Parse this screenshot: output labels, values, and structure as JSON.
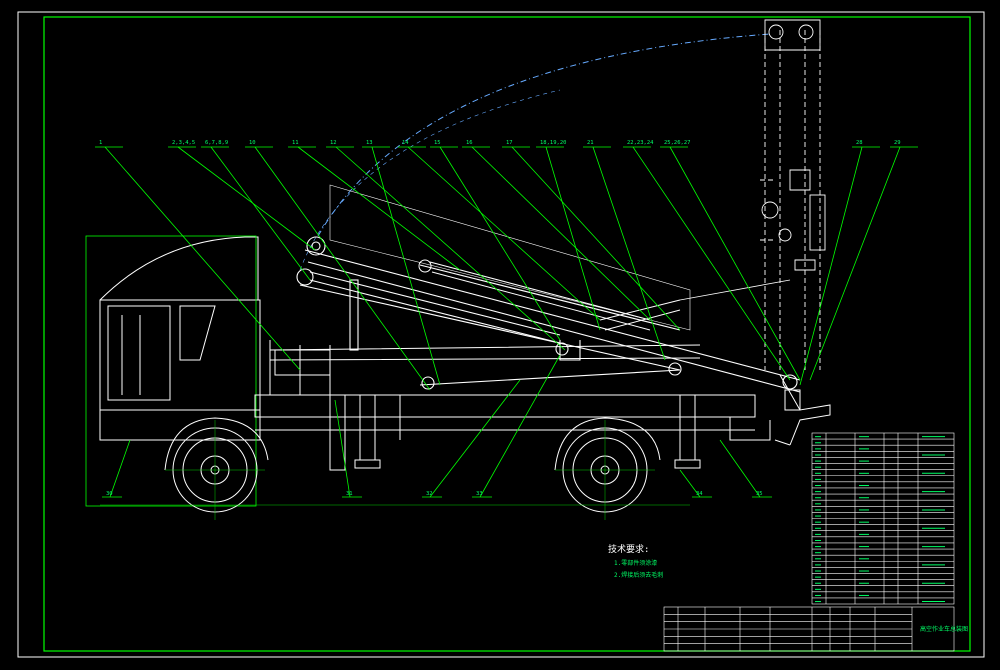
{
  "drawing": {
    "tech_requirements_title": "技术要求:",
    "tech_requirements": [
      "1.零部件须涂漆",
      "2.焊接后须去毛刺"
    ],
    "title_block_name": "高空作业车总装图"
  },
  "callouts": [
    {
      "label": "1"
    },
    {
      "label": "2,3,4,5"
    },
    {
      "label": "6,7,8,9"
    },
    {
      "label": "10"
    },
    {
      "label": "11"
    },
    {
      "label": "12"
    },
    {
      "label": "13"
    },
    {
      "label": "14"
    },
    {
      "label": "15"
    },
    {
      "label": "16"
    },
    {
      "label": "17"
    },
    {
      "label": "18,19,20"
    },
    {
      "label": "21"
    },
    {
      "label": "22,23,24"
    },
    {
      "label": "25,26,27"
    },
    {
      "label": "28"
    },
    {
      "label": "29"
    }
  ],
  "lower_callouts": [
    {
      "label": "30"
    },
    {
      "label": "31"
    },
    {
      "label": "32"
    },
    {
      "label": "33"
    },
    {
      "label": "34"
    },
    {
      "label": "35"
    }
  ],
  "colors": {
    "background": "#000000",
    "outline": "#ffffff",
    "leader": "#00ff00",
    "dim": "#00cc00",
    "table_text": "#00ff66",
    "hidden": "#66aaff"
  }
}
